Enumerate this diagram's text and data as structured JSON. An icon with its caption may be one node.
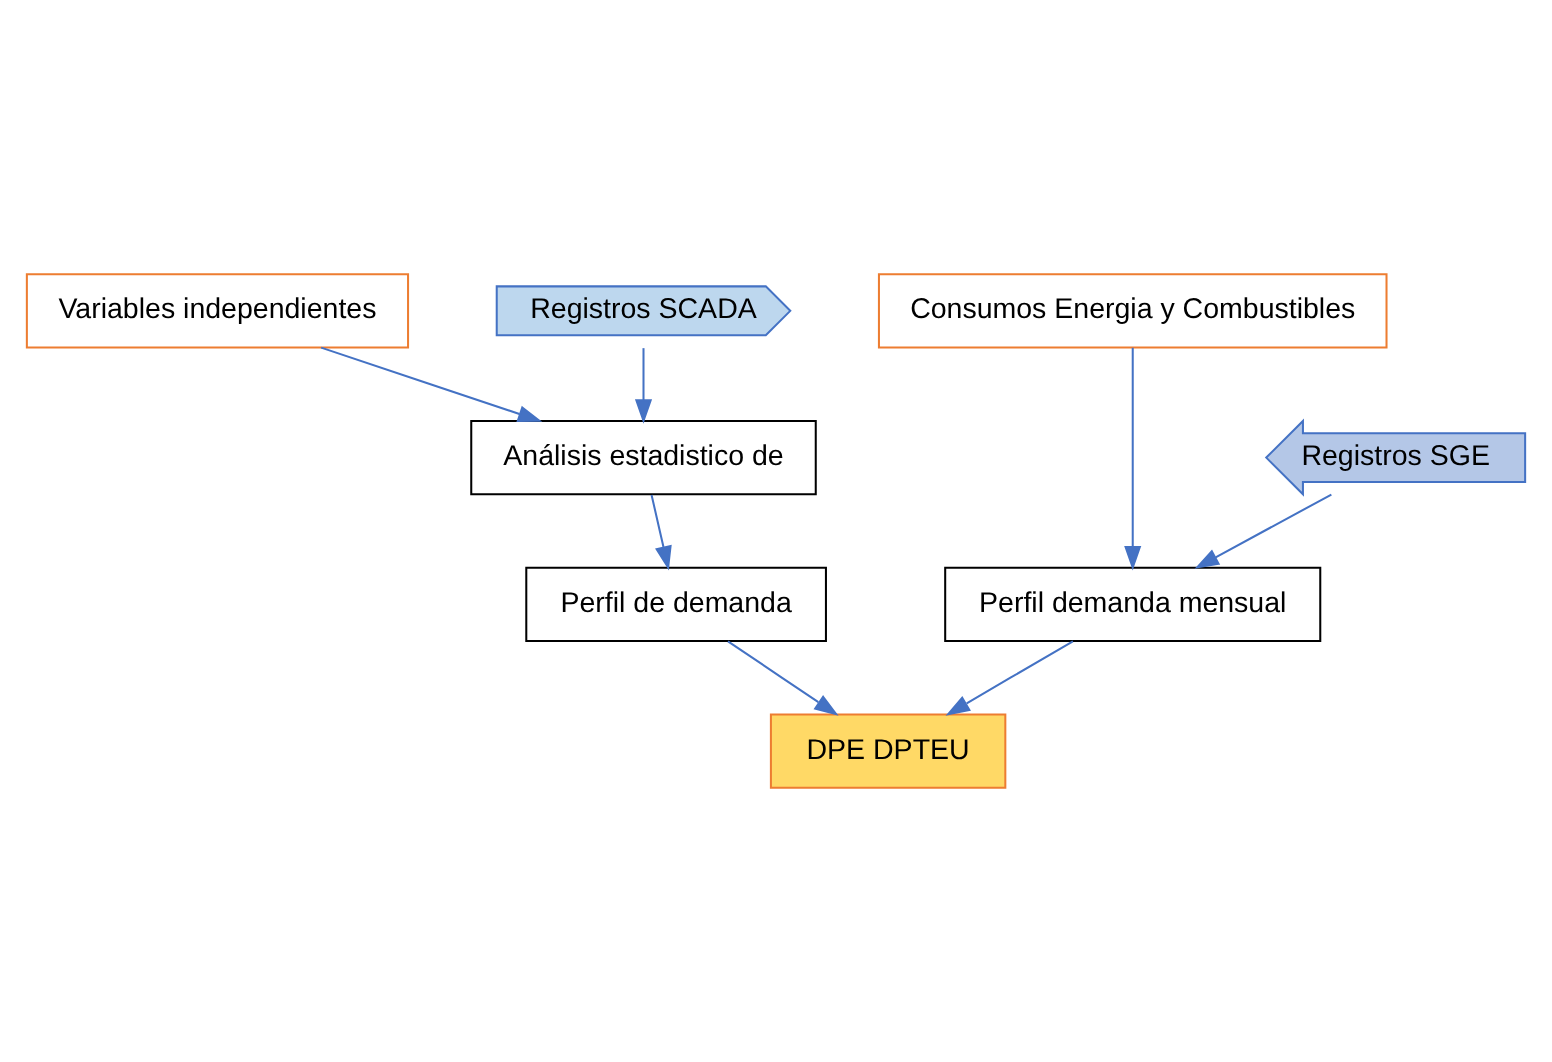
{
  "diagram": {
    "nodes": [
      {
        "text": [
          "Variables independientes"
        ]
      },
      {
        "text": [
          "Consumos Energia y Combustibles"
        ]
      },
      {
        "text": [
          "Registros SCADA"
        ]
      },
      {
        "text": [
          "Registros SGE"
        ]
      },
      {
        "text": [
          "Análisis estadistico de"
        ]
      },
      {
        "text": [
          "Perfil de demanda"
        ]
      },
      {
        "text": [
          "Perfil demanda mensual"
        ]
      },
      {
        "text": [
          "DPE DPTEU"
        ]
      }
    ],
    "edges": [
      {
        "from": 0,
        "to": 4,
        "arrow": "to"
      },
      {
        "from": 2,
        "to": 4,
        "arrow": "to"
      },
      {
        "from": 1,
        "to": 6,
        "arrow": "to"
      },
      {
        "from": 3,
        "to": 6,
        "arrow": "to"
      },
      {
        "from": 4,
        "to": 5,
        "arrow": "to"
      },
      {
        "from": 5,
        "to": 7,
        "arrow": "to"
      },
      {
        "from": 6,
        "to": 7,
        "arrow": "to"
      }
    ]
  }
}
